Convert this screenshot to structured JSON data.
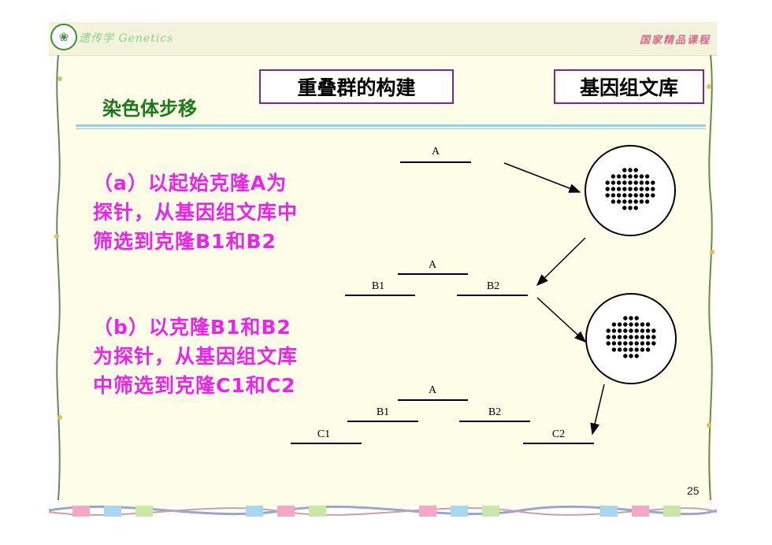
{
  "header": {
    "logo_glyph": "❀",
    "logo_text": "遗传学 Genetics",
    "course_tag": "国家精品课程"
  },
  "slide": {
    "section_title": "染色体步移",
    "boxes": [
      "重叠群的构建",
      "基因组文库"
    ],
    "paragraphs": [
      "（a）以起始克隆A为探针，从基因组文库中筛选到克隆B1和B2",
      "（b）以克隆B1和B2为探针，从基因组文库中筛选到克隆C1和C2"
    ],
    "page_number": "25"
  },
  "diagram": {
    "clone_labels": [
      "A",
      "A",
      "B1",
      "B2",
      "A",
      "B1",
      "B2",
      "C1",
      "C2"
    ]
  },
  "colors": {
    "accent_magenta": "#ee22ee",
    "title_green": "#1a7a1a",
    "box_border": "#7a2b7a",
    "rule_blue": "#8fd3ee",
    "panel_background": "#fdfde8"
  }
}
